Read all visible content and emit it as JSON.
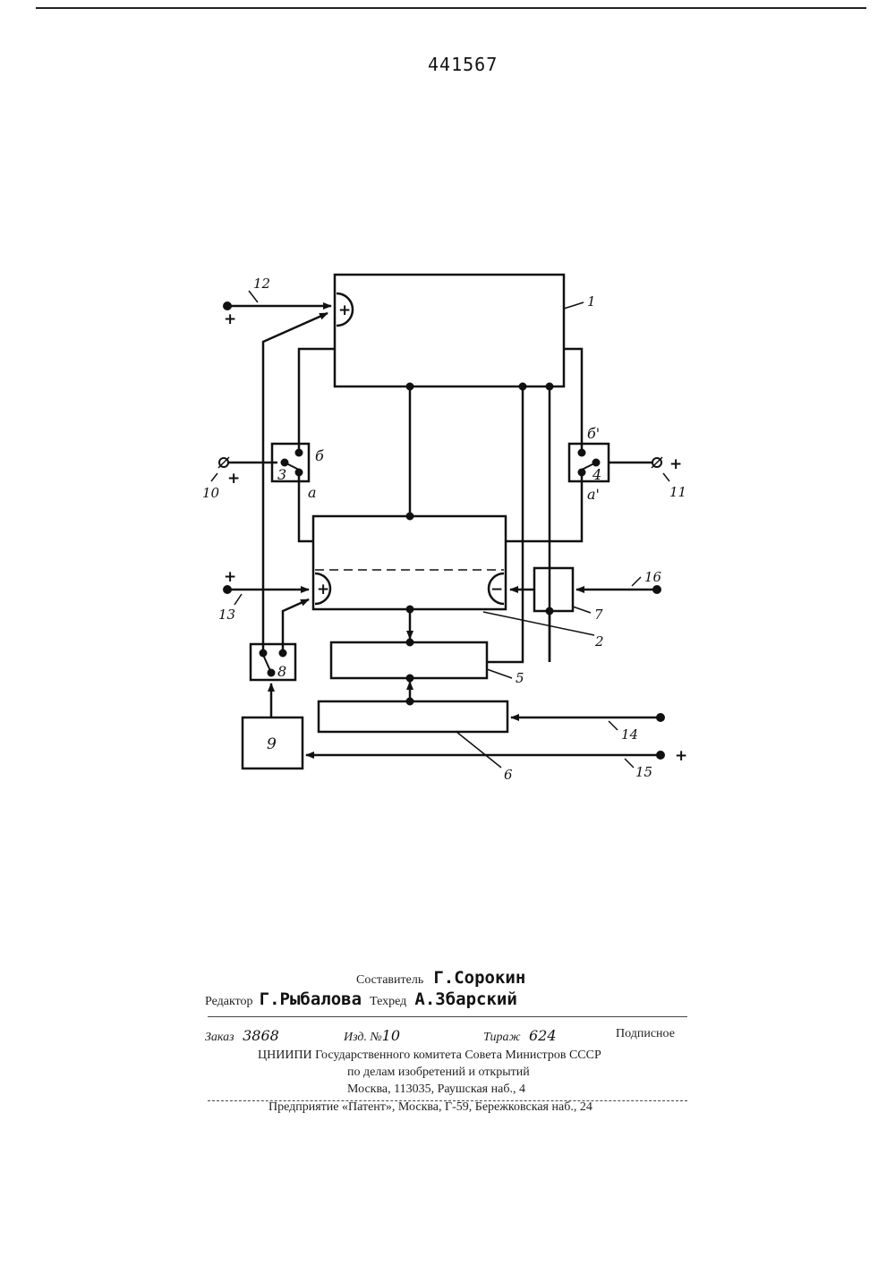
{
  "document": {
    "patent_number": "441567"
  },
  "diagram": {
    "block_labels": {
      "b1": "1",
      "b2": "2",
      "b3": "3",
      "b4": "4",
      "b5": "5",
      "b6": "6",
      "b7": "7",
      "b8": "8",
      "b9": "9"
    },
    "terminal_labels": {
      "t10": "10",
      "t11": "11",
      "t12": "12",
      "t13": "13",
      "t14": "14",
      "t15": "15",
      "t16": "16"
    },
    "contact_labels": {
      "a": "а",
      "b": "б",
      "a_prime": "а'",
      "b_prime": "б'"
    },
    "polarity": {
      "plus": "+",
      "minus": "−"
    }
  },
  "footer": {
    "compiler_label": "Составитель",
    "compiler_name": "Г.Сорокин",
    "editor_label": "Редактор",
    "editor_name": "Г.Рыбалова",
    "techred_label": "Техред",
    "techred_name": "А.Збарский",
    "order_label": "Заказ",
    "order_value": "3868",
    "issue_label": "Изд. №",
    "issue_value": "10",
    "print_run_label": "Тираж",
    "print_run_value": "624",
    "subscription": "Подписное",
    "org_line1": "ЦНИИПИ Государственного комитета Совета Министров СССР",
    "org_line2": "по делам изобретений и открытий",
    "org_line3": "Москва, 113035, Раушская наб., 4",
    "enterprise_line": "Предприятие «Патент», Москва, Г-59, Бережковская наб., 24"
  }
}
